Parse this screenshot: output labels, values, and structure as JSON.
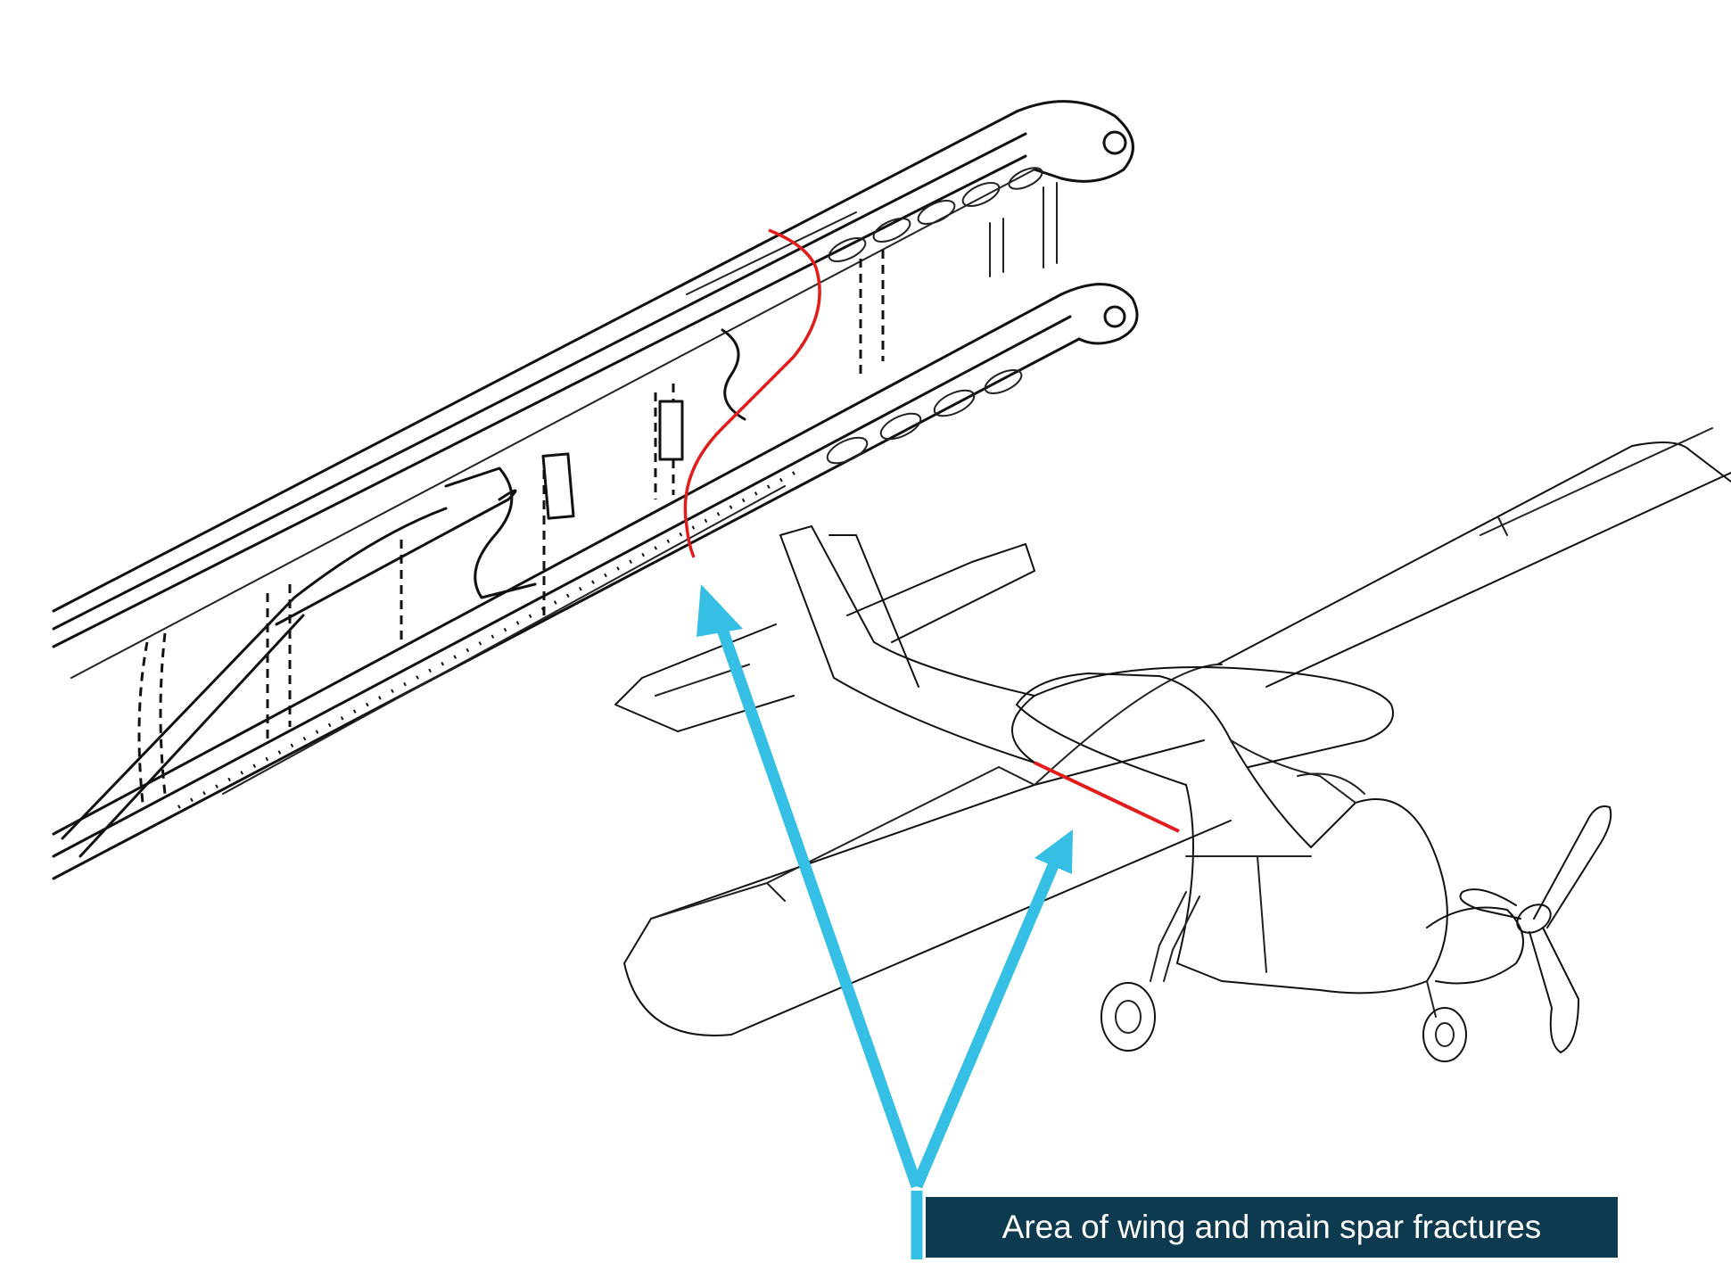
{
  "caption": {
    "text": "Area of wing and main spar fractures",
    "background": "#0e3a4f",
    "text_color": "#ffffff"
  },
  "colors": {
    "fracture_line": "#e31b1b",
    "pointer_arrow": "#35bfe4",
    "line_art": "#111111"
  },
  "icons": {
    "spar": "wing-main-spar-line-drawing",
    "aircraft": "high-wing-light-aircraft-line-drawing"
  }
}
